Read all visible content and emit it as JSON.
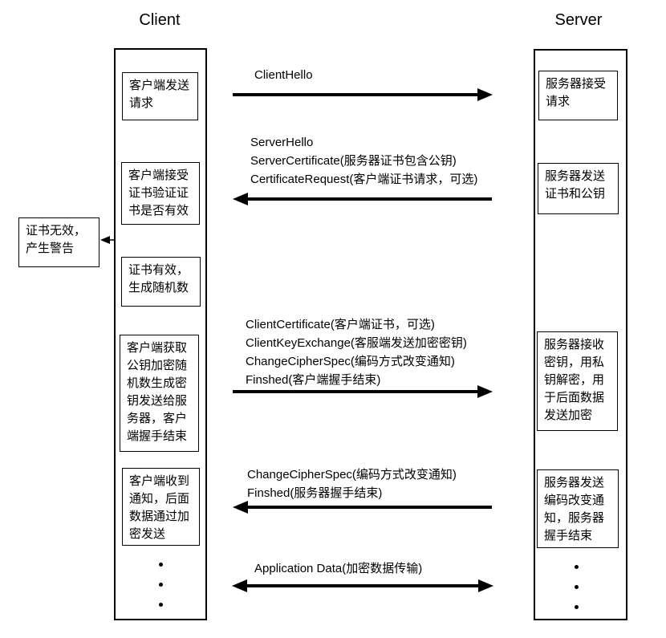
{
  "titles": {
    "client": "Client",
    "server": "Server"
  },
  "client": {
    "boxes": [
      {
        "id": "client-send-request",
        "text": "客户端发送\n请求"
      },
      {
        "id": "client-verify-cert",
        "text": "客户端接受\n证书验证证\n书是否有效"
      },
      {
        "id": "cert-valid-random",
        "text": "证书有效，\n生成随机数"
      },
      {
        "id": "client-encrypt-key",
        "text": "客户端获取\n公钥加密随\n机数生成密\n钥发送给服\n务器，客户\n端握手结束"
      },
      {
        "id": "client-receive-notice",
        "text": "客户端收到\n通知，后面\n数据通过加\n密发送"
      }
    ]
  },
  "warning_box": {
    "text": "证书无效，\n产生警告"
  },
  "server": {
    "boxes": [
      {
        "id": "server-accept-request",
        "text": "服务器接受\n请求"
      },
      {
        "id": "server-send-cert",
        "text": "服务器发送\n证书和公钥"
      },
      {
        "id": "server-receive-key",
        "text": "服务器接收\n密钥，用私\n钥解密，用\n于后面数据\n发送加密"
      },
      {
        "id": "server-change-cipher",
        "text": "服务器发送\n编码改变通\n知，服务器\n握手结束"
      }
    ]
  },
  "messages": [
    {
      "direction": "right",
      "label": "ClientHello"
    },
    {
      "direction": "left",
      "label": "ServerHello\nServerCertificate(服务器证书包含公钥)\nCertificateRequest(客户端证书请求，可选)"
    },
    {
      "direction": "right",
      "label": "ClientCertificate(客户端证书，可选)\nClientKeyExchange(客服端发送加密密钥)\nChangeCipherSpec(编码方式改变通知)\nFinshed(客户端握手结束)"
    },
    {
      "direction": "left",
      "label": "ChangeCipherSpec(编码方式改变通知)\nFinshed(服务器握手结束)"
    },
    {
      "direction": "both",
      "label": "Application Data(加密数据传输)"
    }
  ],
  "colors": {
    "ink": "#000000",
    "background": "#ffffff"
  }
}
